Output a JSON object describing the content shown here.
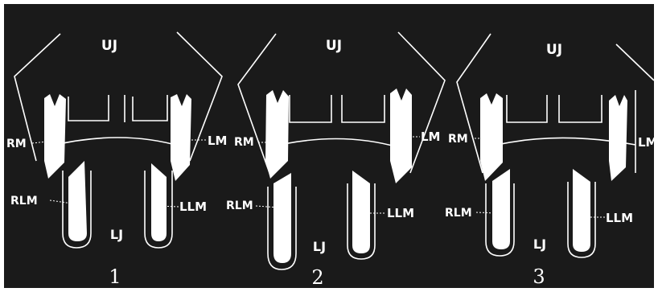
{
  "figure": {
    "background_color": "#1a1a1a",
    "line_color": "#ffffff",
    "panels": [
      {
        "number": "1",
        "labels": {
          "upper_jaw": "UJ",
          "lower_jaw": "LJ",
          "right_molar": "RM",
          "left_molar": "LM",
          "right_lower_molar": "RLM",
          "left_lower_molar": "LLM"
        }
      },
      {
        "number": "2",
        "labels": {
          "upper_jaw": "UJ",
          "lower_jaw": "LJ",
          "right_molar": "RM",
          "left_molar": "LM",
          "right_lower_molar": "RLM",
          "left_lower_molar": "LLM"
        }
      },
      {
        "number": "3",
        "labels": {
          "upper_jaw": "UJ",
          "lower_jaw": "LJ",
          "right_molar": "RM",
          "left_molar": "LM",
          "right_lower_molar": "RLM",
          "left_lower_molar": "LLM"
        }
      }
    ]
  }
}
